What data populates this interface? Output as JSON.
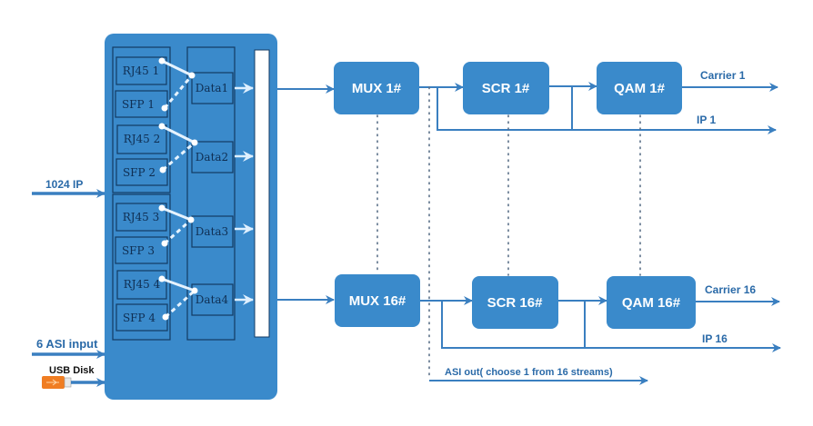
{
  "colors": {
    "primary_blue": "#3a8acb",
    "line_blue": "#3a7fc0",
    "dark_outline": "#123a63",
    "white": "#ffffff",
    "usb_orange": "#f07d22"
  },
  "inputs": {
    "ip_input": "1024 IP",
    "asi_input": "6 ASI input",
    "usb_label": "USB Disk"
  },
  "ports": [
    {
      "rj45": "RJ45 1",
      "sfp": "SFP 1",
      "data": "Data1"
    },
    {
      "rj45": "RJ45 2",
      "sfp": "SFP 2",
      "data": "Data2"
    },
    {
      "rj45": "RJ45 3",
      "sfp": "SFP 3",
      "data": "Data3"
    },
    {
      "rj45": "RJ45 4",
      "sfp": "SFP 4",
      "data": "Data4"
    }
  ],
  "chain_top": {
    "mux": "MUX 1#",
    "scr": "SCR 1#",
    "qam": "QAM 1#",
    "carrier": "Carrier 1",
    "ip": "IP 1"
  },
  "chain_bottom": {
    "mux": "MUX 16#",
    "scr": "SCR 16#",
    "qam": "QAM 16#",
    "carrier": "Carrier 16",
    "ip": "IP 16"
  },
  "asi_out": "ASI out( choose 1 from 16 streams)"
}
